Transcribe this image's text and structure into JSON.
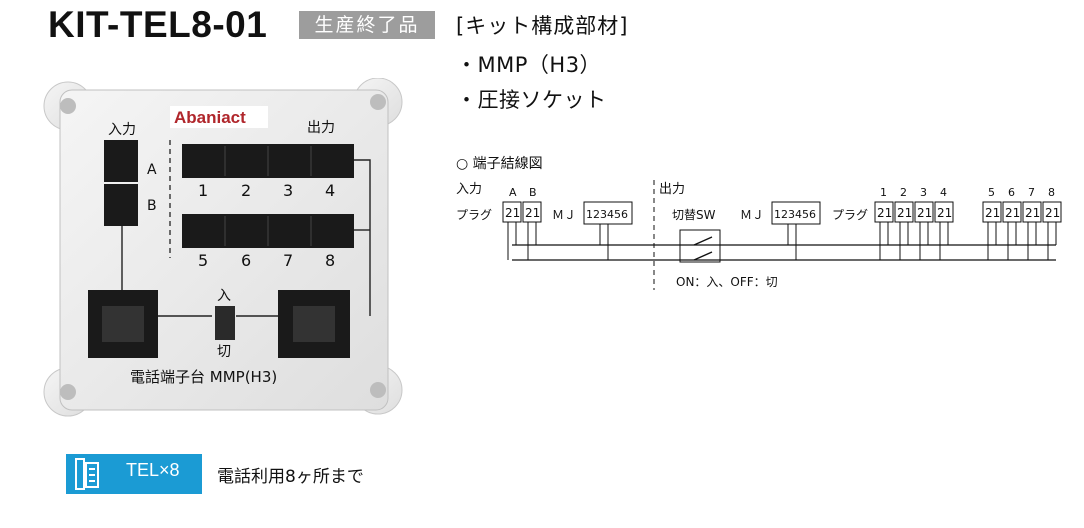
{
  "header": {
    "model": "KIT-TEL8-01",
    "status_badge": "生産終了品"
  },
  "kit": {
    "heading": "[キット構成部材]",
    "items": [
      "・MMP（H3）",
      "・圧接ソケット"
    ]
  },
  "product": {
    "brand": "Abaniact",
    "input_label": "入力",
    "output_label": "出力",
    "port_a": "A",
    "port_b": "B",
    "outputs_row1": [
      "1",
      "2",
      "3",
      "4"
    ],
    "outputs_row2": [
      "5",
      "6",
      "7",
      "8"
    ],
    "switch_on": "入",
    "switch_off": "切",
    "name": "電話端子台 MMP(H3)"
  },
  "wiring": {
    "title": "○ 端子結線図",
    "input": "入力",
    "output": "出力",
    "a": "A",
    "b": "B",
    "plug": "プラグ",
    "mj": "ＭＪ",
    "mj_pins": "123456",
    "switch": "切替SW",
    "pair": "21",
    "out_nums": [
      "1",
      "2",
      "3",
      "4",
      "5",
      "6",
      "7",
      "8"
    ],
    "note": "ON：入、OFF：切"
  },
  "capacity": {
    "badge": "TEL×8",
    "description": "電話利用8ヶ所まで"
  }
}
